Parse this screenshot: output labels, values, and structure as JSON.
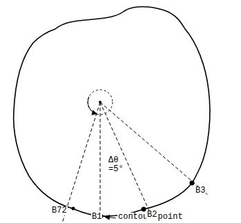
{
  "diagram": {
    "labels": [
      "B72",
      "B1",
      "contour point",
      "B2",
      "B3",
      "Δθ =5°"
    ]
  }
}
